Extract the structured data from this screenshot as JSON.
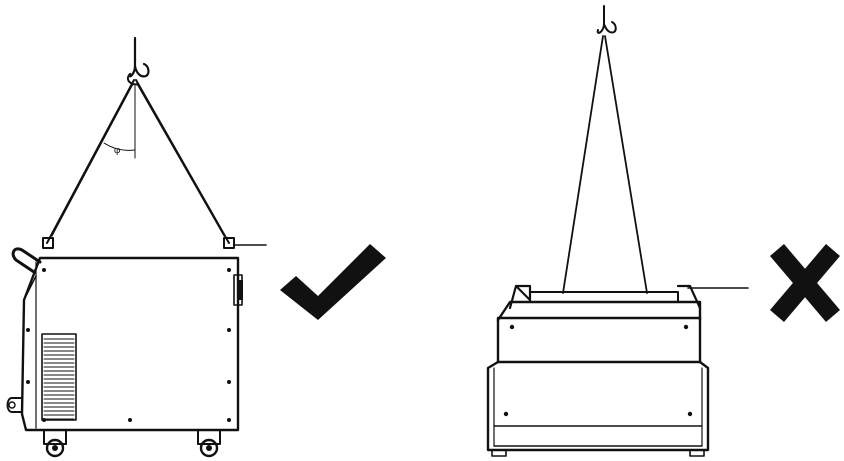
{
  "diagram": {
    "panels": [
      {
        "id": "correct",
        "verdict": "correct",
        "mark_icon": "checkmark-icon",
        "angle_symbol": "φ"
      },
      {
        "id": "incorrect",
        "verdict": "incorrect",
        "mark_icon": "cross-icon"
      }
    ],
    "colors": {
      "ink": "#111111",
      "background": "#ffffff"
    }
  }
}
